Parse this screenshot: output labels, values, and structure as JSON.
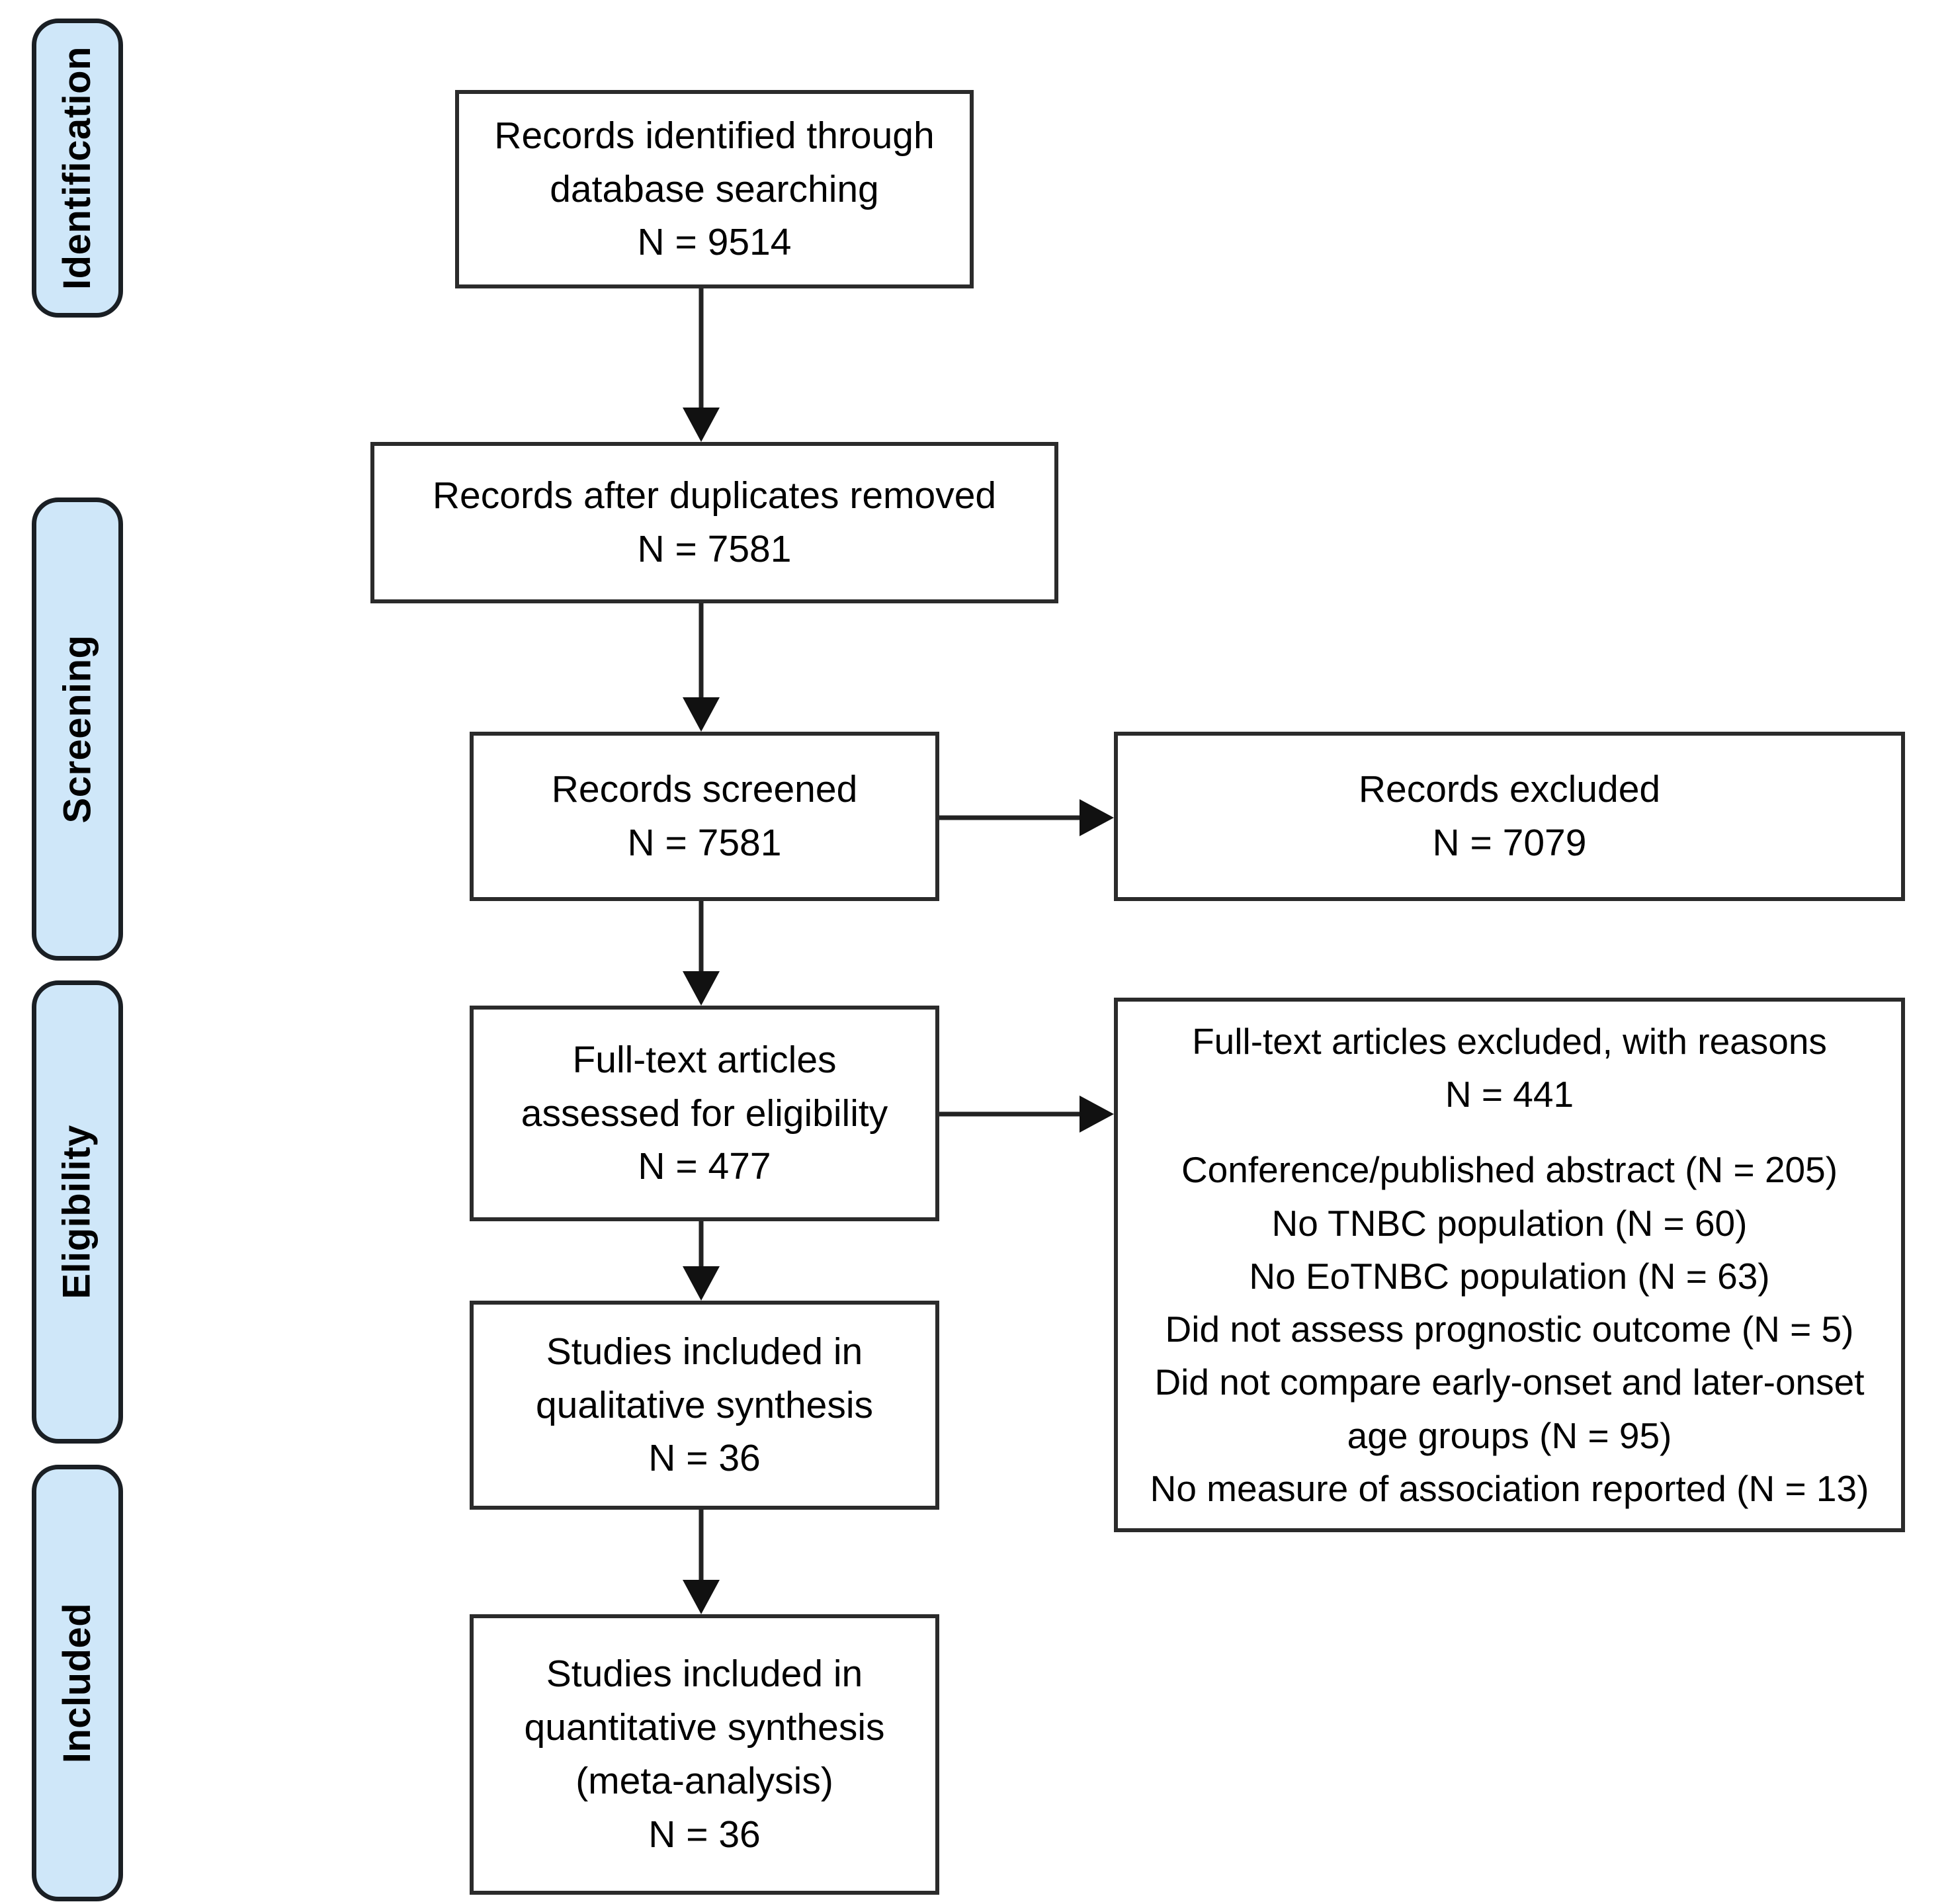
{
  "diagram": {
    "type": "prisma-flow-diagram",
    "colors": {
      "stage_chip_fill": "#cfe7f9",
      "stage_chip_border": "#1a1f24",
      "box_border": "#2b2b2b",
      "box_fill": "#ffffff",
      "connector": "#222222",
      "text": "#000000"
    }
  },
  "stages": [
    {
      "key": "identification",
      "label": "Identification"
    },
    {
      "key": "screening",
      "label": "Screening"
    },
    {
      "key": "eligibility",
      "label": "Eligibility"
    },
    {
      "key": "included",
      "label": "Included"
    }
  ],
  "boxes": {
    "records_identified": {
      "lines": [
        "Records identified through",
        "database searching",
        "N = 9514"
      ],
      "count": 9514
    },
    "duplicates_removed": {
      "lines": [
        "Records after duplicates removed",
        "N = 7581"
      ],
      "count": 7581
    },
    "records_screened": {
      "lines": [
        "Records screened",
        "N = 7581"
      ],
      "count": 7581
    },
    "records_excluded": {
      "lines": [
        "Records excluded",
        "N = 7079"
      ],
      "count": 7079
    },
    "fulltext_assessed": {
      "lines": [
        "Full-text articles",
        "assessed for eligibility",
        "N = 477"
      ],
      "count": 477
    },
    "fulltext_excluded": {
      "title": "Full-text articles excluded, with reasons",
      "total_line": "N = 441",
      "total": 441,
      "reasons": [
        "Conference/published abstract (N = 205)",
        "No TNBC population (N = 60)",
        "No EoTNBC population (N = 63)",
        "Did not assess prognostic outcome (N = 5)",
        "Did not compare early-onset and later-onset",
        "age groups (N = 95)",
        "No measure of association reported (N = 13)"
      ]
    },
    "qualitative_synthesis": {
      "lines": [
        "Studies included in",
        "qualitative synthesis",
        "N = 36"
      ],
      "count": 36
    },
    "quantitative_synthesis": {
      "lines": [
        "Studies included in",
        "quantitative synthesis",
        "(meta-analysis)",
        "N = 36"
      ],
      "count": 36
    }
  }
}
